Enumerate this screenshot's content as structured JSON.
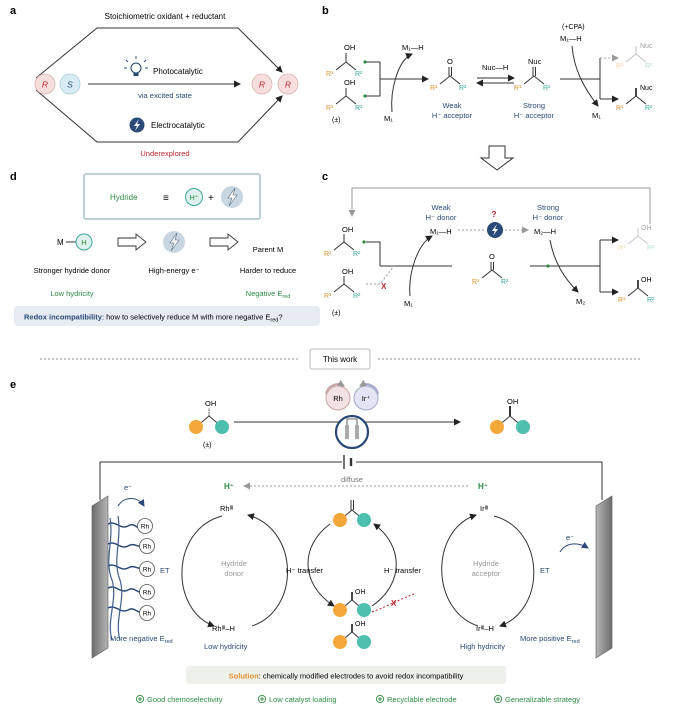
{
  "colors": {
    "dark_blue": "#2a4a78",
    "red": "#c0272d",
    "green": "#2e8b45",
    "rh_green": "#3a9a55",
    "r1": "#e0912e",
    "r2": "#3aa89c",
    "panel_stroke": "#a9c4c7",
    "gray": "#8a8a8a"
  },
  "panel_a": {
    "label": "a",
    "top_text": "Stoichiometric oxidant + reductant",
    "enantiomer_r": "R",
    "enantiomer_s": "S",
    "photo_label": "Photocatalytic",
    "photo_sub": "via excited state",
    "electro_label": "Electrocatalytic",
    "electro_sub": "Underexplored",
    "product_r1": "R",
    "product_r2": "R"
  },
  "panel_b": {
    "label": "b",
    "oh_top": "OH",
    "oh_bottom": "OH",
    "r1": "R¹",
    "r2": "R²",
    "racemic": "(±)",
    "m1h": "M₁—H",
    "m1": "M₁",
    "nuc_h": "Nuc—H",
    "ketone_o": "O",
    "weak_1": "Weak",
    "weak_2": "H⁻ acceptor",
    "strong_1": "Strong",
    "strong_2": "H⁻ acceptor",
    "imine_nuc": "Nuc",
    "cpa": "(+CPA)",
    "m1h_right": "M₁—H",
    "m1_right": "M₁",
    "nuc_top": "Nuc",
    "nuc_bottom": "Nuc"
  },
  "panel_c": {
    "label": "c",
    "weak_1": "Weak",
    "weak_2": "H⁻ donor",
    "strong_1": "Strong",
    "strong_2": "H⁻ donor",
    "m1h": "M₁—H",
    "m2h": "M₂—H",
    "m1": "M₁",
    "m2": "M₂",
    "question": "?",
    "x_mark": "X",
    "ketone_o": "O",
    "oh": "OH",
    "racemic": "(±)"
  },
  "panel_d": {
    "label": "d",
    "hydride": "Hydride",
    "equiv": "≡",
    "plus": "+",
    "h_plus": "H⁺",
    "m_h_m": "M",
    "m_h_h": "H",
    "stronger": "Stronger hydride donor",
    "low_hydricity": "Low hydricity",
    "high_energy": "High-energy e⁻",
    "parent_m": "Parent M",
    "harder": "Harder to reduce",
    "negative": "Negative E",
    "red_sub": "red",
    "redox_bold": "Redox incompatibility",
    "redox_rest": ": how to selectively reduce M with more negative E",
    "redox_end": "?"
  },
  "divider_label": "This work",
  "panel_e": {
    "label": "e",
    "oh_left": "OH",
    "racemic": "(±)",
    "oh_right": "OH",
    "rh_bubble": "Rh",
    "ir_bubble": "Ir⁺",
    "diffuse": "diffuse",
    "h_plus_left": "H⁺",
    "h_plus_right": "H⁺",
    "rh_iii": "Rhᴵᴵᴵ",
    "ir_iii": "Irᴵᴵᴵ",
    "rh_iii_h": "Rhᴵᴵᴵ–H",
    "ir_iii_h": "Irᴵᴵᴵ–H",
    "electron": "e⁻",
    "electron_right": "e⁻",
    "et_left": "ET",
    "et_right": "ET",
    "hydride_donor_1": "Hydride",
    "hydride_donor_2": "donor",
    "hydride_acceptor_1": "Hydride",
    "hydride_acceptor_2": "acceptor",
    "h_transfer_left": "H⁻ transfer",
    "h_transfer_right": "H⁻ transfer",
    "oh_center_top": "OH",
    "oh_center_bottom": "OH",
    "more_negative": "More negative E",
    "more_positive": "More positive E",
    "red_sub": "red",
    "low_hydricity": "Low hydricity",
    "high_hydricity": "High hydricity",
    "rh_items": [
      "Rh",
      "Rh",
      "Rh",
      "Rh",
      "Rh"
    ]
  },
  "solution": {
    "bold": "Solution",
    "rest": ": chemically modified electrodes to avoid redox incompatibility"
  },
  "benefits": [
    "Good chemoselectivity",
    "Low catalyst loading",
    "Recyclable electrode",
    "Generalizable strategy"
  ]
}
